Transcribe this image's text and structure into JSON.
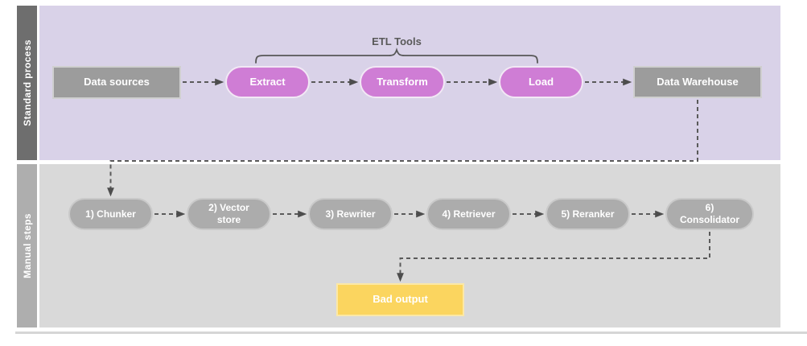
{
  "lanes": {
    "standard": {
      "label": "Standard process",
      "bg_color": "#D9D2E8",
      "label_bar_color": "#6E6E6E"
    },
    "manual": {
      "label": "Manual steps",
      "bg_color": "#D9D9D9",
      "label_bar_color": "#AEAEAE"
    }
  },
  "annotation": {
    "brace_label": "ETL Tools",
    "brace_spans": [
      "Extract",
      "Transform",
      "Load"
    ]
  },
  "nodes": {
    "data_sources": {
      "label": "Data sources",
      "shape": "rectangle",
      "color": "#9C9C9C"
    },
    "extract": {
      "label": "Extract",
      "shape": "pill",
      "color": "#CF7DD5"
    },
    "transform": {
      "label": "Transform",
      "shape": "pill",
      "color": "#CF7DD5"
    },
    "load": {
      "label": "Load",
      "shape": "pill",
      "color": "#CF7DD5"
    },
    "data_warehouse": {
      "label": "Data Warehouse",
      "shape": "rectangle",
      "color": "#9C9C9C"
    },
    "chunker": {
      "label": "1) Chunker",
      "shape": "pill",
      "color": "#ACACAC"
    },
    "vector_store": {
      "label": "2) Vector store",
      "shape": "pill",
      "color": "#ACACAC"
    },
    "rewriter": {
      "label": "3) Rewriter",
      "shape": "pill",
      "color": "#ACACAC"
    },
    "retriever": {
      "label": "4) Retriever",
      "shape": "pill",
      "color": "#ACACAC"
    },
    "reranker": {
      "label": "5) Reranker",
      "shape": "pill",
      "color": "#ACACAC"
    },
    "consolidator": {
      "label": "6) Consolidator",
      "shape": "pill",
      "color": "#ACACAC"
    },
    "bad_output": {
      "label": "Bad output",
      "shape": "rectangle",
      "color": "#FBD55F"
    }
  },
  "edges": [
    {
      "from": "Data sources",
      "to": "Extract",
      "style": "dashed-arrow"
    },
    {
      "from": "Extract",
      "to": "Transform",
      "style": "dashed-arrow"
    },
    {
      "from": "Transform",
      "to": "Load",
      "style": "dashed-arrow"
    },
    {
      "from": "Load",
      "to": "Data Warehouse",
      "style": "dashed-arrow"
    },
    {
      "from": "Data Warehouse",
      "to": "1) Chunker",
      "style": "dashed-arrow"
    },
    {
      "from": "1) Chunker",
      "to": "2) Vector store",
      "style": "dashed-arrow"
    },
    {
      "from": "2) Vector store",
      "to": "3) Rewriter",
      "style": "dashed-arrow"
    },
    {
      "from": "3) Rewriter",
      "to": "4) Retriever",
      "style": "dashed-arrow"
    },
    {
      "from": "4) Retriever",
      "to": "5) Reranker",
      "style": "dashed-arrow"
    },
    {
      "from": "5) Reranker",
      "to": "6) Consolidator",
      "style": "dashed-arrow"
    },
    {
      "from": "6) Consolidator",
      "to": "Bad output",
      "style": "dashed-arrow"
    }
  ],
  "colors": {
    "connector": "#5A5A5A",
    "arrowhead": "#4D4D4D",
    "brace_text": "#595959",
    "node_text": "#FFFFFF"
  }
}
